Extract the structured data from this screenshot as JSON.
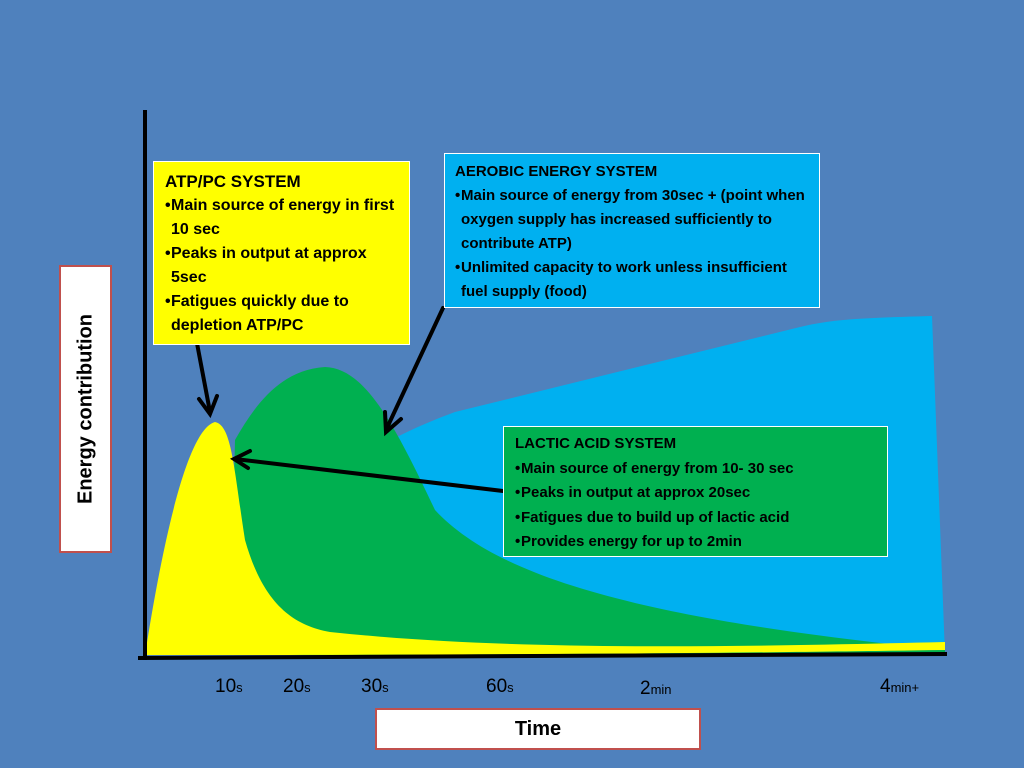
{
  "axes": {
    "y_label": "Energy contribution",
    "x_label": "Time"
  },
  "ticks": [
    {
      "value": "10",
      "unit": "s"
    },
    {
      "value": "20",
      "unit": "s"
    },
    {
      "value": "30",
      "unit": "s"
    },
    {
      "value": "60",
      "unit": "s"
    },
    {
      "value": "2",
      "unit": "min"
    },
    {
      "value": "4",
      "unit": "min+"
    }
  ],
  "boxes": {
    "atp": {
      "title": "ATP/PC SYSTEM",
      "bullets": [
        "Main source of energy in first 10 sec",
        "Peaks in output at approx 5sec",
        "Fatigues quickly due to depletion ATP/PC"
      ]
    },
    "aerobic": {
      "title": "AEROBIC ENERGY SYSTEM",
      "bullets": [
        "Main source of energy from 30sec + (point when oxygen supply has increased sufficiently to contribute ATP)",
        "Unlimited capacity to work unless insufficient fuel supply (food)"
      ]
    },
    "lactic": {
      "title": "LACTIC ACID SYSTEM",
      "bullets": [
        "Main source of energy from 10- 30 sec",
        "Peaks in output at approx 20sec",
        "Fatigues due to build up of lactic acid",
        "Provides energy for up to 2min"
      ]
    }
  },
  "colors": {
    "background": "#4f81bd",
    "atp": "#ffff00",
    "lactic": "#00b050",
    "aerobic": "#00b0f0",
    "label_border": "#c0504d"
  }
}
